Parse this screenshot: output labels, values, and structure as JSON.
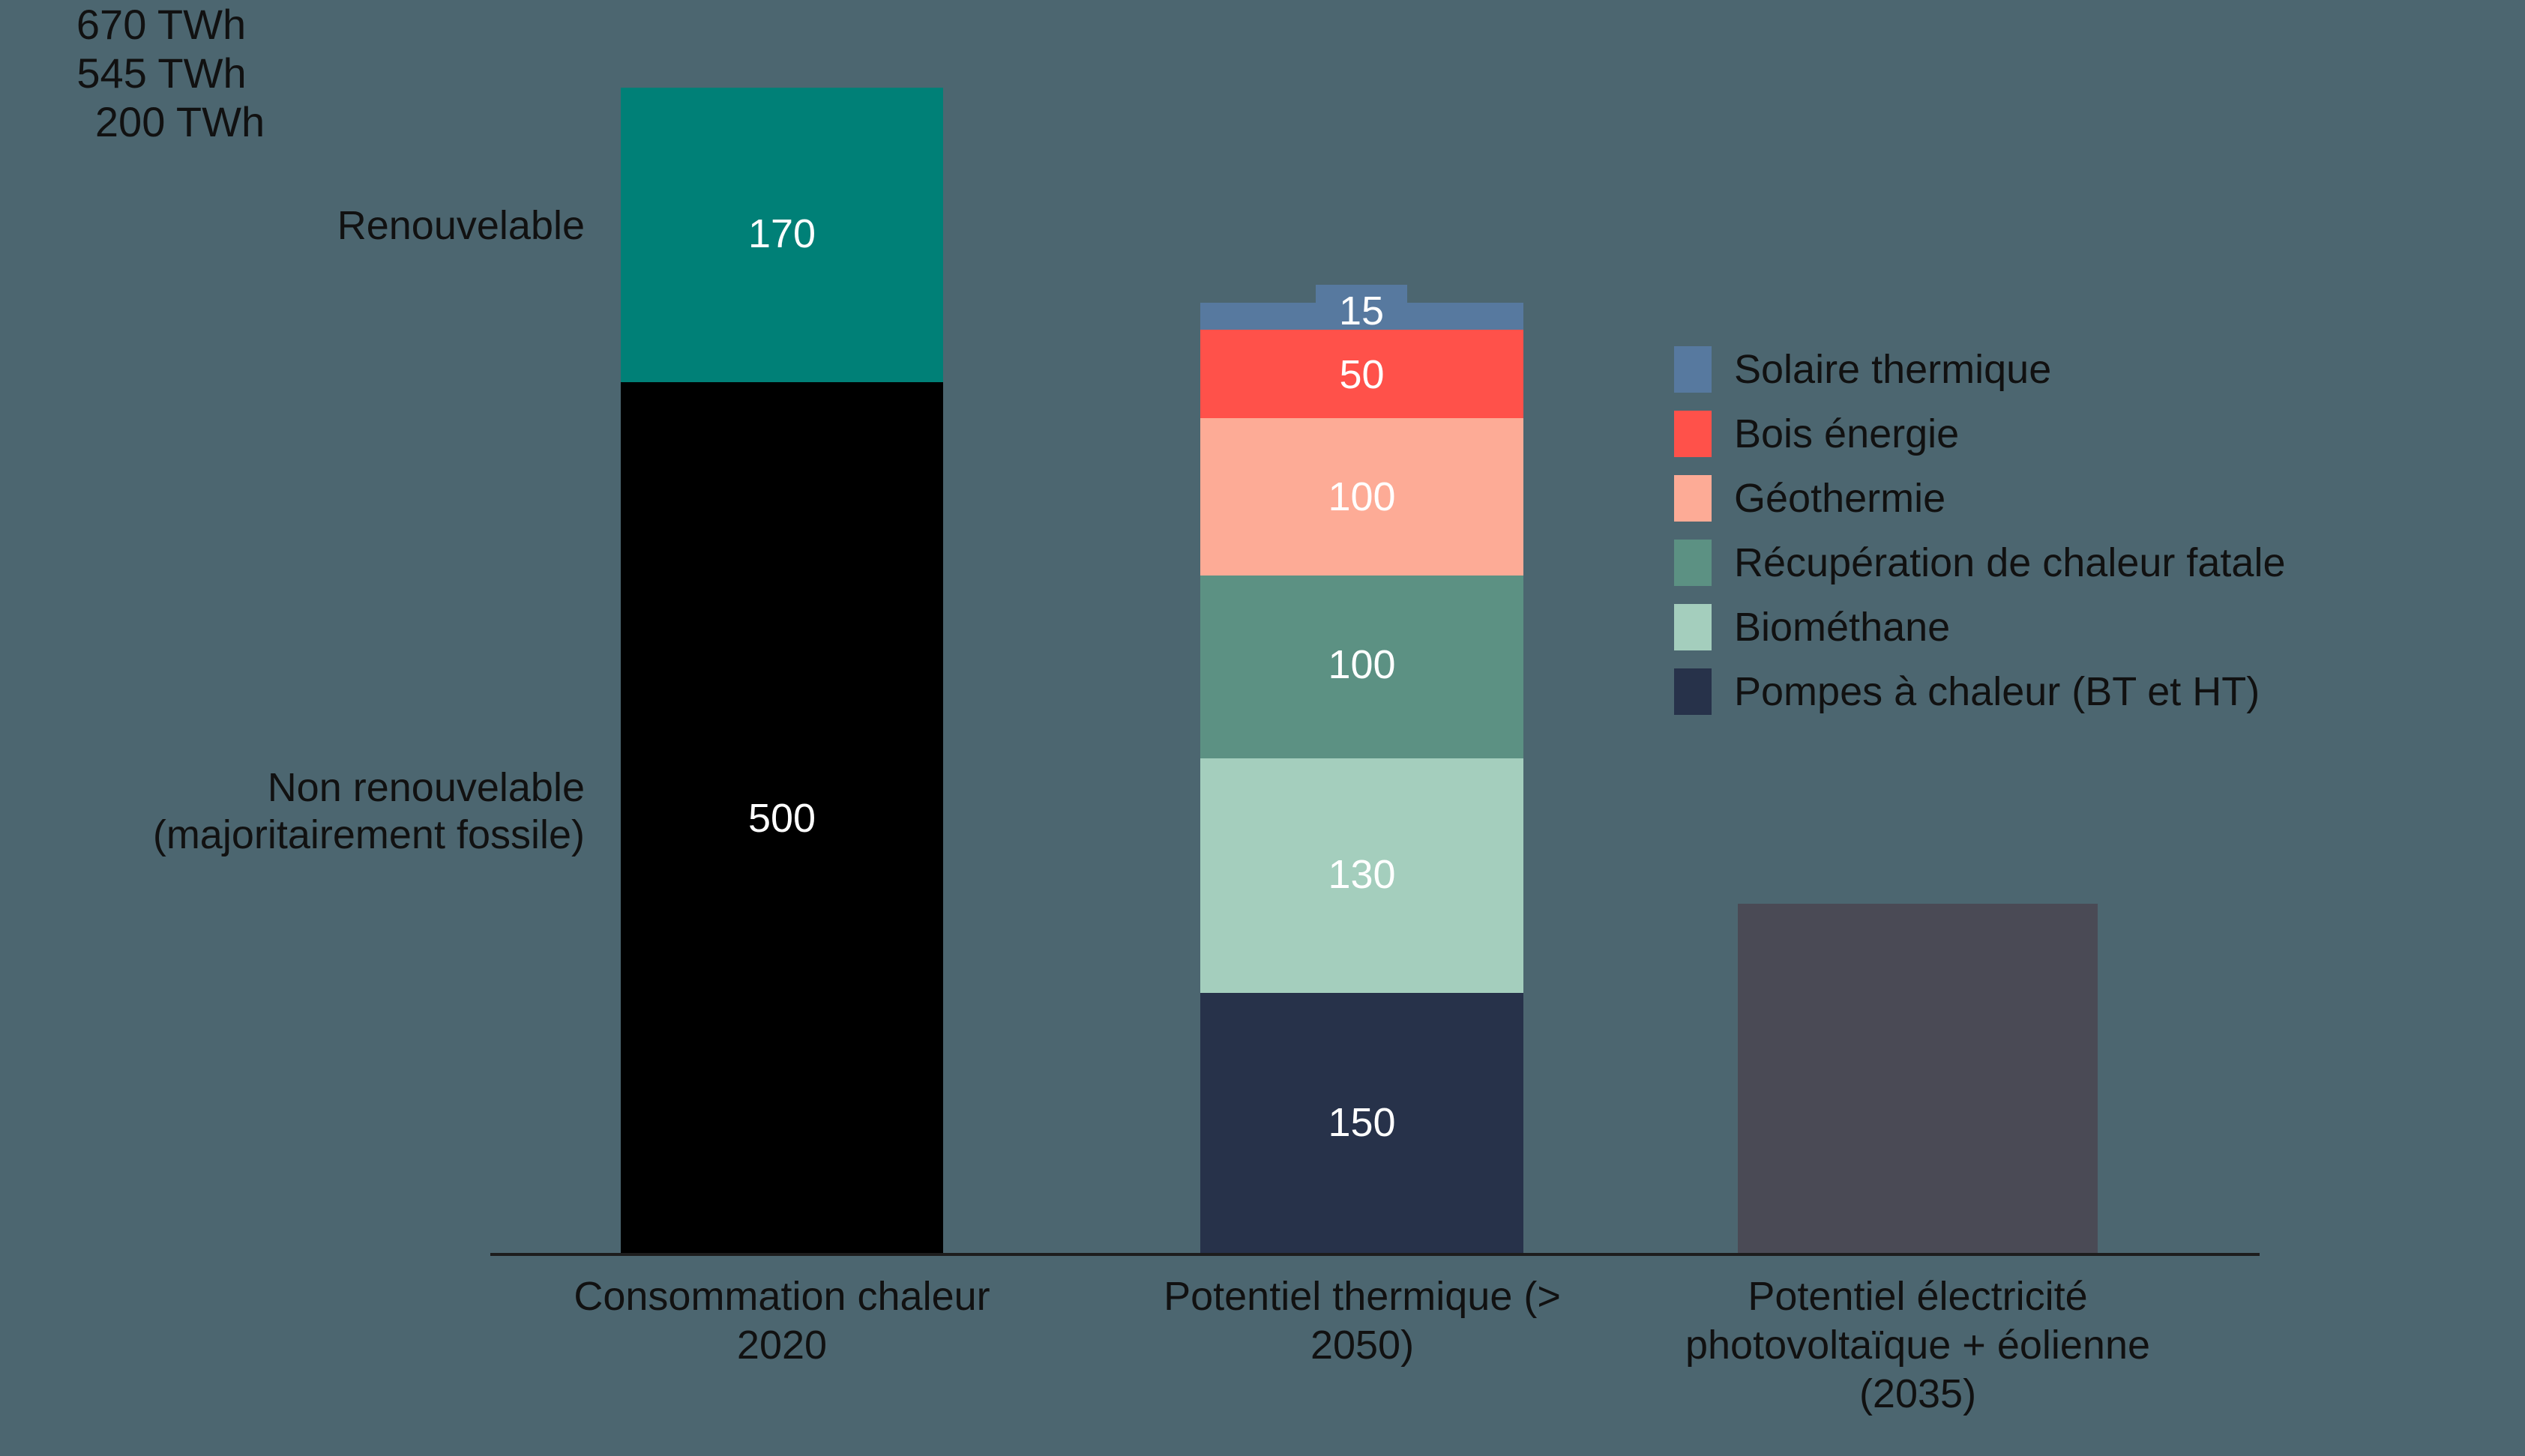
{
  "chart_data": {
    "type": "bar",
    "stacked": true,
    "title": "",
    "xlabel": "",
    "ylabel": "",
    "unit": "TWh",
    "grid": false,
    "ylim": [
      0,
      725
    ],
    "legend_position": "right",
    "background_color": "#4c6670",
    "categories": [
      "Consommation chaleur 2020",
      "Potentiel thermique (> 2050)",
      "Potentiel électricité photovoltaïque + éolienne (2035)"
    ],
    "bars": [
      {
        "name": "Consommation chaleur 2020",
        "total_label": "670 TWh",
        "total": 670,
        "segments": [
          {
            "label": "Renouvelable",
            "value": 170,
            "value_label": "170",
            "color": "#008077"
          },
          {
            "label": "Non renouvelable (majoritairement fossile)",
            "value": 500,
            "value_label": "500",
            "color": "#000000"
          }
        ]
      },
      {
        "name": "Potentiel thermique (> 2050)",
        "total_label": "545 TWh",
        "total": 545,
        "segments": [
          {
            "label": "Solaire thermique",
            "value": 15,
            "value_label": "15",
            "color": "#57799f"
          },
          {
            "label": "Bois énergie",
            "value": 50,
            "value_label": "50",
            "color": "#ff514a"
          },
          {
            "label": "Géothermie",
            "value": 100,
            "value_label": "100",
            "color": "#fdab96"
          },
          {
            "label": "Récupération de chaleur fatale",
            "value": 100,
            "value_label": "100",
            "color": "#5c9183"
          },
          {
            "label": "Biométhane",
            "value": 130,
            "value_label": "130",
            "color": "#a4cebd"
          },
          {
            "label": "Pompes à chaleur (BT et HT)",
            "value": 150,
            "value_label": "150",
            "color": "#27324a"
          }
        ]
      },
      {
        "name": "Potentiel électricité photovoltaïque + éolienne (2035)",
        "total_label": "200 TWh",
        "total": 200,
        "segments": [
          {
            "label": "Potentiel électricité photovoltaïque + éolienne (2035)",
            "value": 200,
            "value_label": "",
            "color": "#4a4a55"
          }
        ]
      }
    ],
    "annotations": [
      {
        "id": "renouvelable",
        "text": "Renouvelable"
      },
      {
        "id": "non-renouvelable",
        "text": "Non renouvelable\n(majoritairement fossile)"
      }
    ],
    "legend": [
      {
        "label": "Solaire thermique",
        "color": "#57799f"
      },
      {
        "label": "Bois énergie",
        "color": "#ff514a"
      },
      {
        "label": "Géothermie",
        "color": "#fdab96"
      },
      {
        "label": "Récupération de chaleur fatale",
        "color": "#5c9183"
      },
      {
        "label": "Biométhane",
        "color": "#a4cebd"
      },
      {
        "label": "Pompes à chaleur (BT et HT)",
        "color": "#27324a"
      }
    ]
  },
  "annotations": {
    "renouvelable": "Renouvelable",
    "non_renouvelable": "Non renouvelable\n(majoritairement fossile)"
  },
  "bar1": {
    "total_label": "670 TWh",
    "seg_renouvelable": "170",
    "seg_non_renouvelable": "500",
    "xtick": "Consommation\nchaleur 2020"
  },
  "bar2": {
    "total_label": "545 TWh",
    "seg_solaire": "15",
    "seg_bois": "50",
    "seg_geothermie": "100",
    "seg_recuperation": "100",
    "seg_biomethane": "130",
    "seg_pompes": "150",
    "xtick": "Potentiel\nthermique (> 2050)"
  },
  "bar3": {
    "total_label": "200 TWh",
    "xtick": "Potentiel électricité\nphotovoltaïque +\néolienne (2035)"
  },
  "legend": {
    "items": [
      {
        "label": "Solaire thermique"
      },
      {
        "label": "Bois énergie"
      },
      {
        "label": "Géothermie"
      },
      {
        "label": "Récupération de chaleur fatale"
      },
      {
        "label": "Biométhane"
      },
      {
        "label": "Pompes à chaleur (BT et HT)"
      }
    ]
  }
}
